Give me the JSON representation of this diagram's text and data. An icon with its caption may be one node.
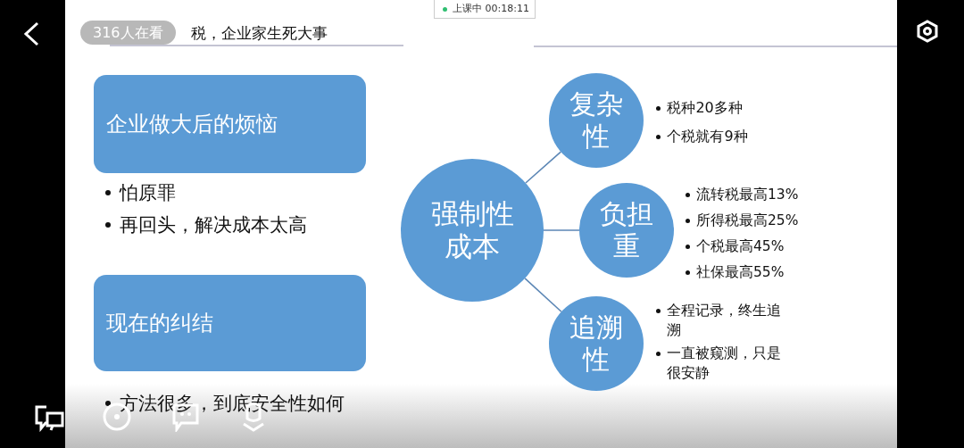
{
  "diagram": {
    "title": "税，企业家生死大事",
    "nodes": [
      {
        "text": [
          "企业做大后的烦恼"
        ],
        "beside": [
          "怕原罪",
          "再回头，解决成本太高"
        ]
      },
      {
        "text": [
          "现在的纠结"
        ],
        "beside": [
          "方法很多，到底安全性如何"
        ]
      },
      {
        "text": [
          "强制性成本"
        ]
      },
      {
        "text": [
          "复杂性"
        ],
        "beside": [
          "税种20多种",
          "个税就有9种"
        ]
      },
      {
        "text": [
          "负担重"
        ],
        "beside": [
          "流转税最高13%",
          "所得税最高25%",
          "个税最高45%",
          "社保最高55%"
        ]
      },
      {
        "text": [
          "追溯性"
        ],
        "beside": [
          "全程记录，终生追溯",
          "一直被窥测，只是很安静"
        ]
      }
    ],
    "edges": [
      {
        "from": 2,
        "to": 3,
        "arrow": "none"
      },
      {
        "from": 2,
        "to": 4,
        "arrow": "none"
      },
      {
        "from": 2,
        "to": 5,
        "arrow": "none"
      }
    ],
    "labels": [
      "316人在看",
      "上课中 00:18:11"
    ]
  }
}
